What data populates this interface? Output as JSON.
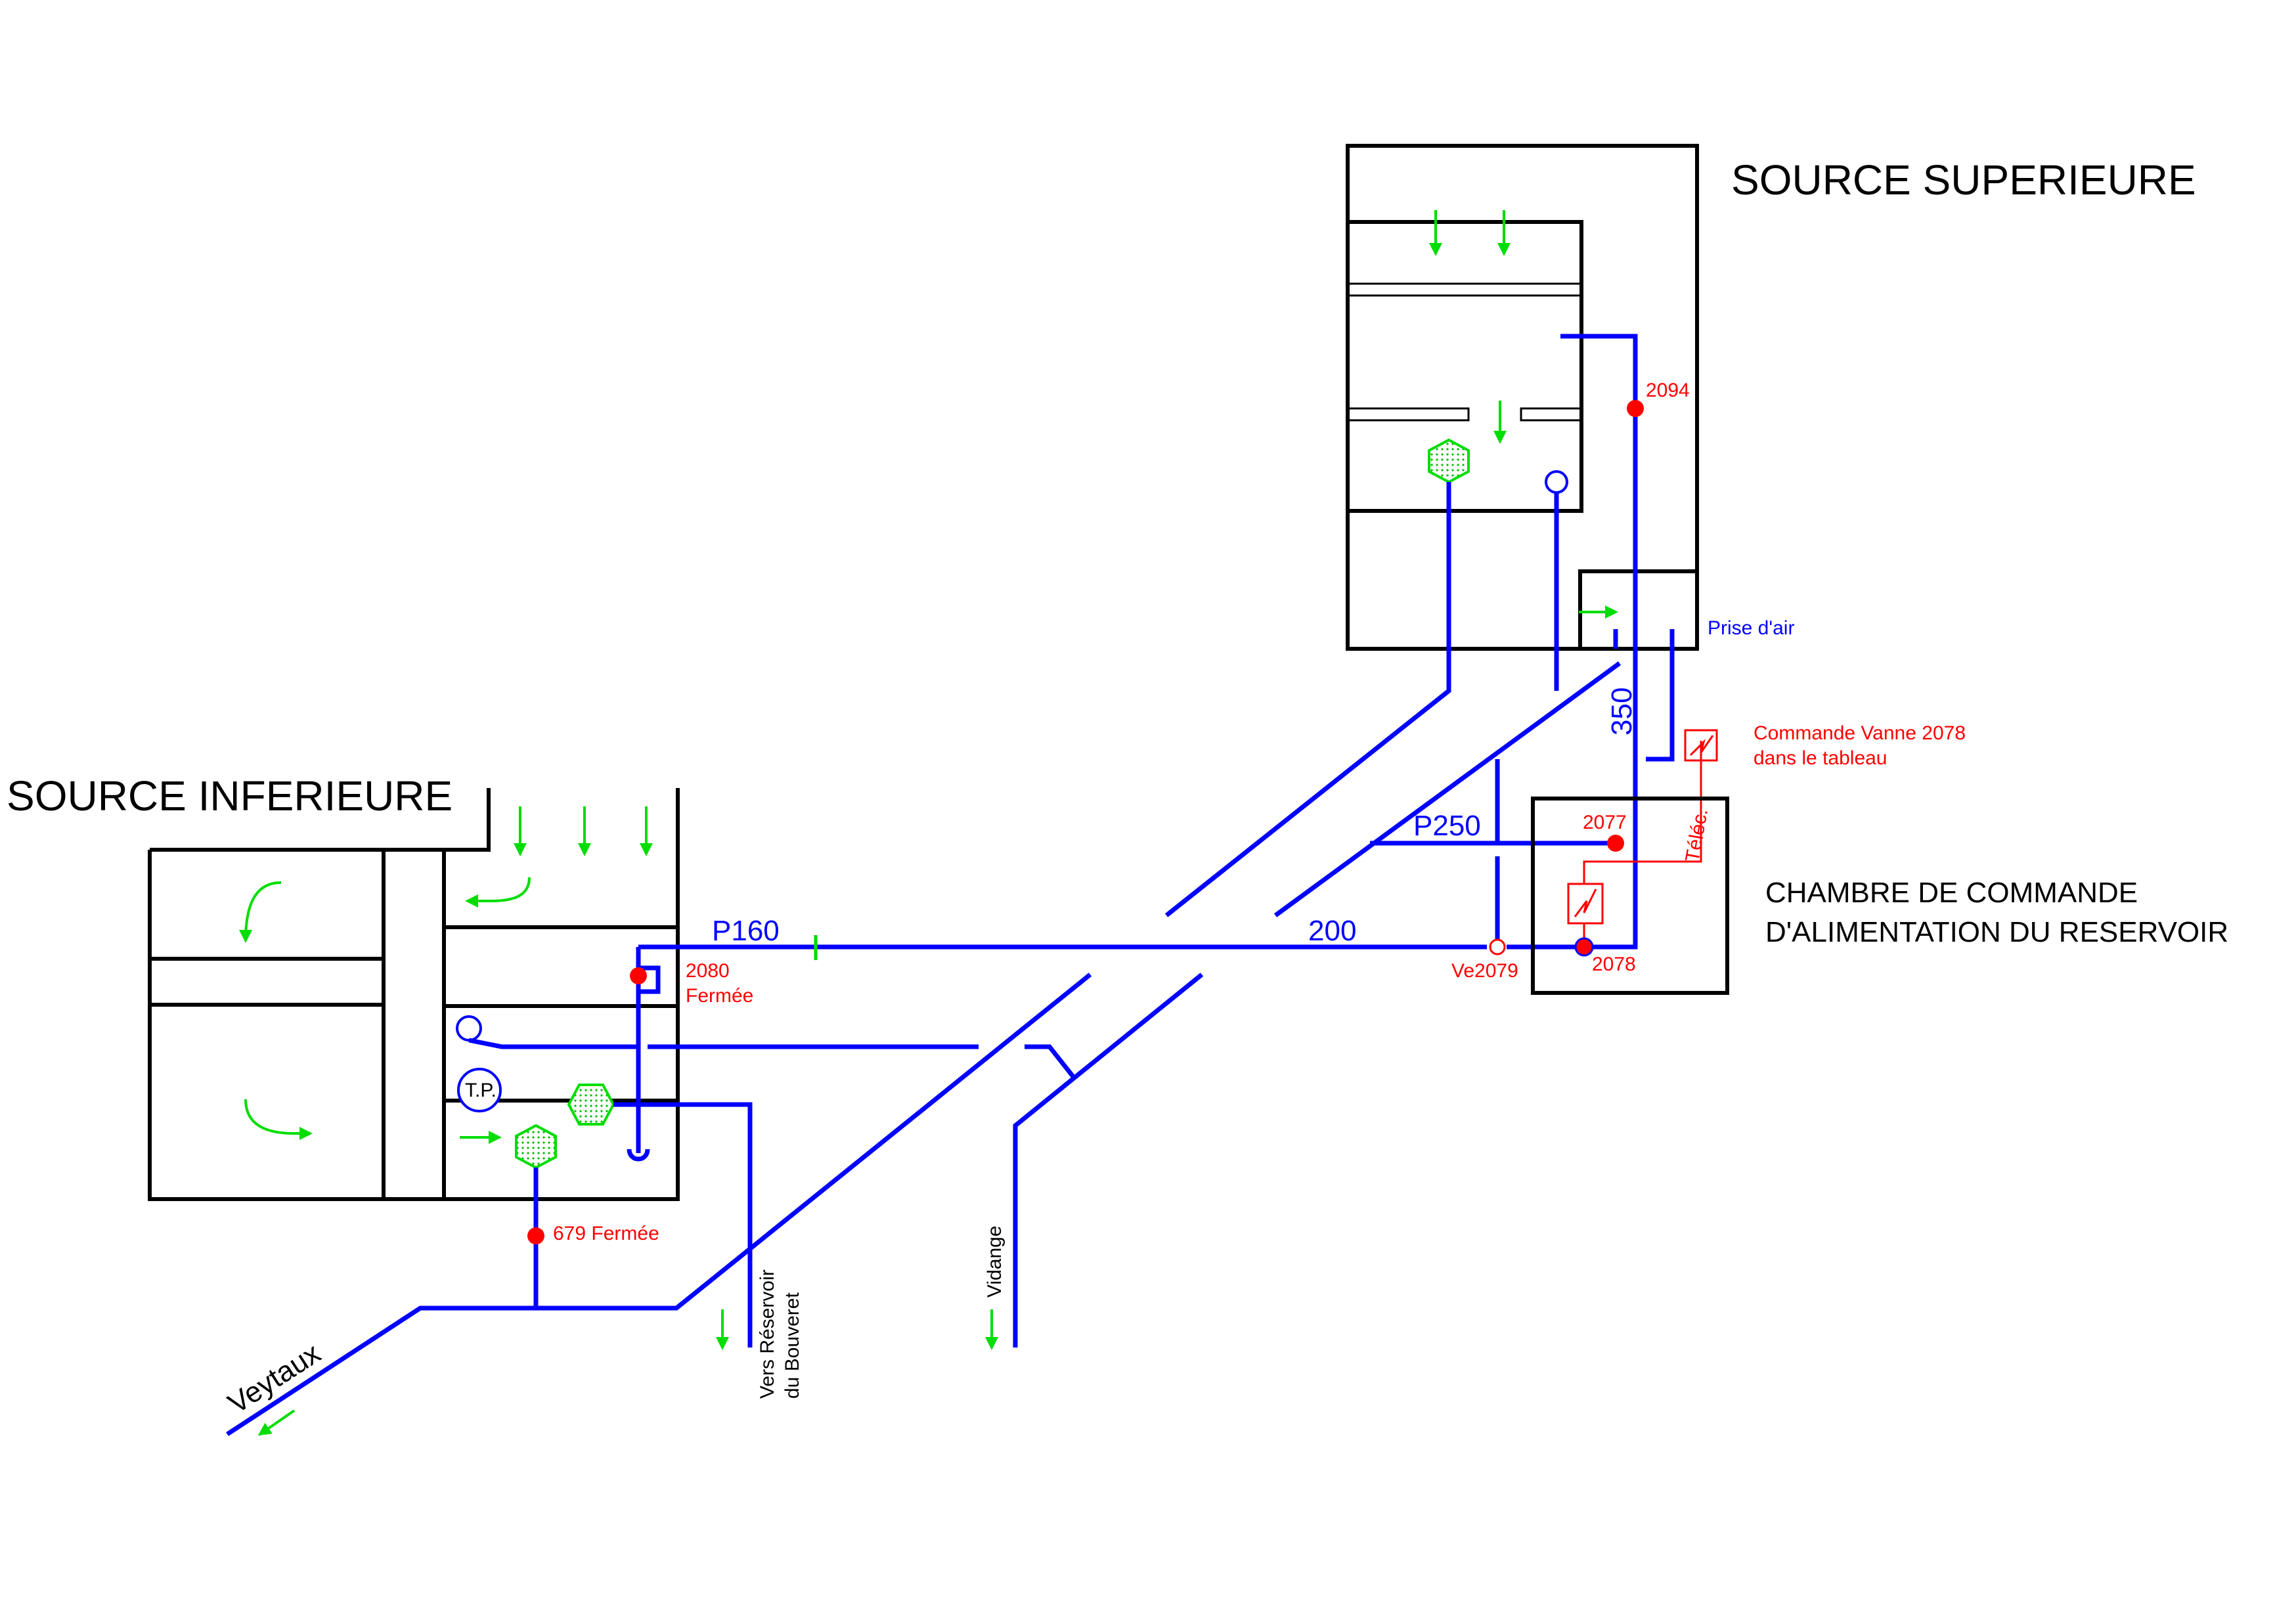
{
  "labels": {
    "source_superieure": "SOURCE SUPERIEURE",
    "source_inferieure": "SOURCE INFERIEURE",
    "chambre_line1": "CHAMBRE DE COMMANDE",
    "chambre_line2": "D'ALIMENTATION DU RESERVOIR",
    "prise_air": "Prise d'air",
    "commande_line1": "Commande Vanne 2078",
    "commande_line2": "dans le tableau",
    "telec": "Téléc.",
    "veytaux": "Veytaux",
    "vidange": "Vidange",
    "vers_line1": "Vers Réservoir",
    "vers_line2": "du Bouveret",
    "tp": "T.P."
  },
  "pipes": {
    "p160": "P160",
    "p250": "P250",
    "d200": "200",
    "d350": "350"
  },
  "valves": {
    "v2094": "2094",
    "v2077": "2077",
    "v2078": "2078",
    "ve2079": "Ve2079",
    "v2080": "2080",
    "v2080_state": "Fermée",
    "v679": "679 Fermée"
  },
  "colors": {
    "pipe": "#0000ff",
    "valve": "#ff0000",
    "flow_arrow": "#00dd00",
    "walls": "#000000"
  }
}
